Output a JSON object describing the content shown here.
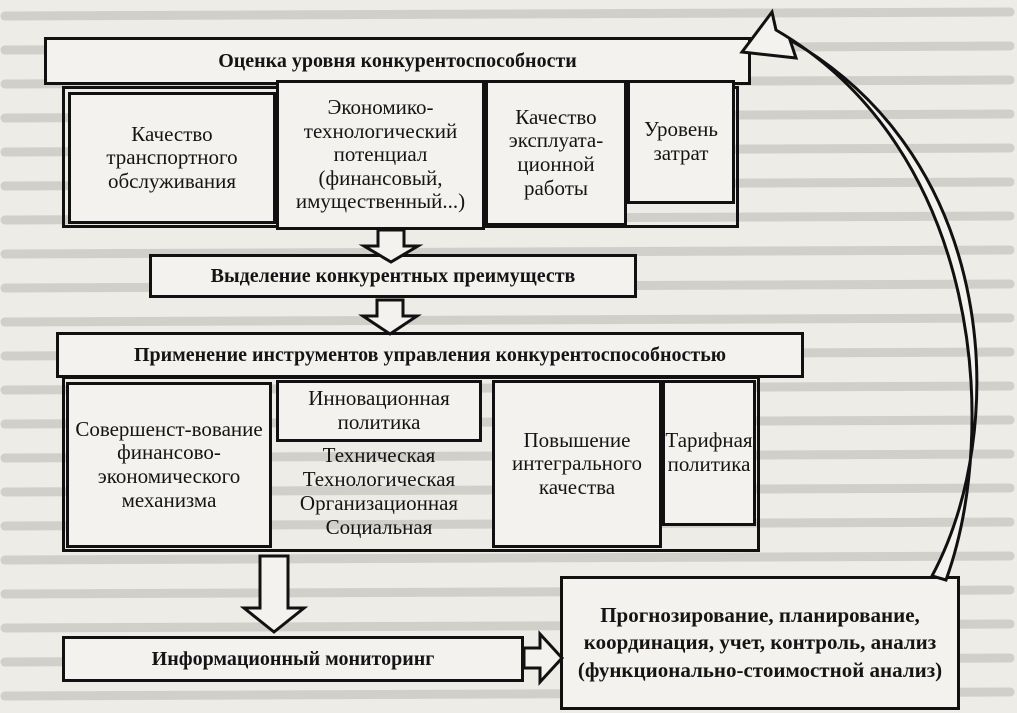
{
  "assessment": {
    "title": "Оценка уровня конкурентоспособности",
    "cells": [
      "Качество транспортного обслуживания",
      "Экономико-технологический потенциал (финансовый, имущественный...)",
      "Качество эксплуата-ционной работы",
      "Уровень затрат"
    ]
  },
  "advantages": {
    "title": "Выделение конкурентных преимуществ"
  },
  "tools": {
    "title": "Применение инструментов управления конкурентоспособностью",
    "cell_financial": "Совершенст-вование финансово-экономического механизма",
    "cell_innovation": "Инновационная политика",
    "innovation_items": [
      "Техническая",
      "Технологическая",
      "Организационная",
      "Социальная"
    ],
    "cell_quality": "Повышение интегрального качества",
    "cell_tariff": "Тарифная политика"
  },
  "monitoring": {
    "title": "Информационный мониторинг"
  },
  "planning": {
    "title": "Прогнозирование, планирование, координация, учет, контроль, анализ (функционально-стоимостной анализ)"
  }
}
